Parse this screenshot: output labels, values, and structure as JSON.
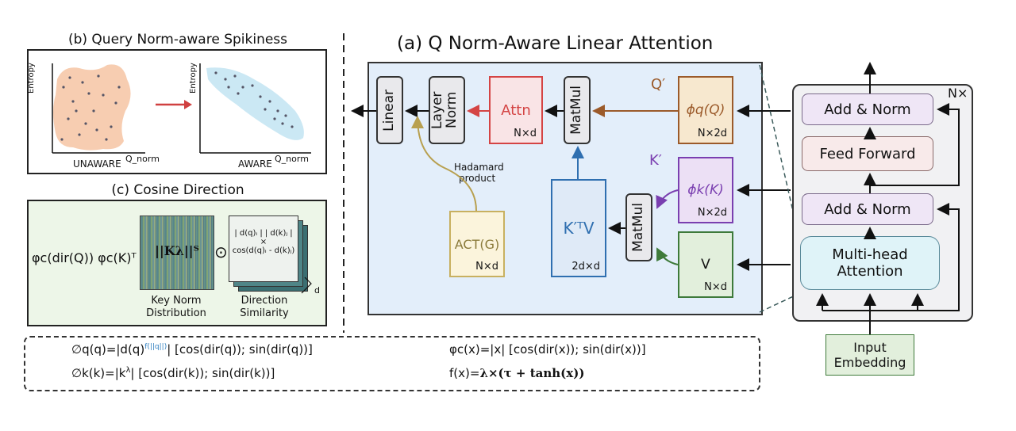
{
  "panel_b": {
    "title": "(b) Query Norm-aware Spikiness",
    "left_ylabel": "Entropy",
    "left_xlabel": "Q_norm",
    "left_caption": "UNAWARE",
    "right_ylabel": "Entropy",
    "right_xlabel": "Q_norm",
    "right_caption": "AWARE",
    "colors": {
      "unaware_blob": "#f6c8a8",
      "aware_blob": "#c8e7f3",
      "arrow": "#d04040"
    }
  },
  "panel_c": {
    "title": "(c) Cosine Direction",
    "formula_left": "φc(dir(Q)) φc(K)ᵀ",
    "key_norm_text": "||Kλ||ᵀ",
    "odot": "⊙",
    "dir_line1": "| d(q)ᵢ | | d(k)ⱼ |",
    "dir_line2": "×",
    "dir_line3": "cos(d(q)ᵢ - d(k)ⱼ)",
    "d_label": "d",
    "caption_left_1": "Key Norm",
    "caption_left_2": "Distribution",
    "caption_right_1": "Direction",
    "caption_right_2": "Similarity"
  },
  "panel_a": {
    "title": "(a)  Q Norm-Aware Linear Attention",
    "linear": "Linear",
    "layer_norm": "Layer Norm",
    "attn": "Attn",
    "attn_dim": "N×d",
    "matmul_top": "MatMul",
    "matmul_bottom": "MatMul",
    "q_prime": "Q′",
    "k_prime": "K′",
    "phi_q": "ϕq(Q)",
    "phi_q_dim": "N×2d",
    "phi_k": "ϕk(K)",
    "phi_k_dim": "N×2d",
    "v": "V",
    "v_dim": "N×d",
    "ktv": "K′ᵀV",
    "ktv_dim": "2d×d",
    "act": "ACT(G)",
    "act_dim": "N×d",
    "hadamard_1": "Hadamard",
    "hadamard_2": "product",
    "colors": {
      "bg": "#e3eefa",
      "attn": "#d44444",
      "phi_q": "#9b5a2a",
      "phi_k": "#7a3fb0",
      "v": "#3e7a3a",
      "ktv": "#2f6fb0",
      "act": "#c8b060"
    }
  },
  "transformer": {
    "nx": "N×",
    "add_norm_top": "Add & Norm",
    "feed_forward": "Feed Forward",
    "add_norm_bottom": "Add & Norm",
    "mha_1": "Multi-head",
    "mha_2": "Attention",
    "input_1": "Input",
    "input_2": "Embedding"
  },
  "equations": {
    "eq1_pre": "∅q(q)=|d(q)",
    "eq1_sup": "f(||q||)",
    "eq1_post": "| [cos(dir(q)); sin(dir(q))]",
    "eq2_pre": "∅k(k)=|k",
    "eq2_sup": "λ",
    "eq2_post": "| [cos(dir(k)); sin(dir(k))]",
    "eq3": "φc(x)=|x| [cos(dir(x)); sin(dir(x))]",
    "eq4_pre": "f(x)=",
    "eq4_bold": "λ×(τ + tanh(x))"
  }
}
